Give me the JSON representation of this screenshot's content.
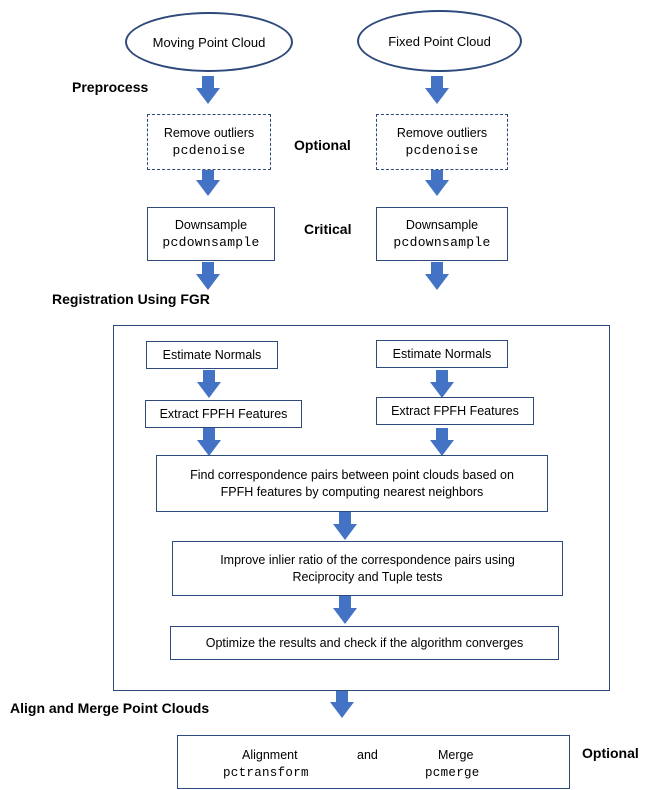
{
  "inputs": {
    "moving": "Moving Point Cloud",
    "fixed": "Fixed Point Cloud"
  },
  "stages": {
    "preprocess": "Preprocess",
    "optional_1": "Optional",
    "critical": "Critical",
    "registration": "Registration Using FGR",
    "align_merge": "Align and Merge Point Clouds",
    "optional_2": "Optional"
  },
  "preprocess": {
    "remove_outliers": "Remove outliers",
    "pcdenoise": "pcdenoise",
    "downsample": "Downsample",
    "pcdownsample": "pcdownsample"
  },
  "fgr": {
    "estimate_normals": "Estimate Normals",
    "extract_fpfh": "Extract FPFH Features",
    "find_pairs_l1": "Find correspondence pairs between point clouds based on",
    "find_pairs_l2": "FPFH features by computing nearest neighbors",
    "improve_l1": "Improve inlier ratio of the correspondence pairs using",
    "improve_l2": "Reciprocity and Tuple tests",
    "optimize": "Optimize the results and check if the algorithm converges"
  },
  "final": {
    "alignment": "Alignment",
    "and": "and",
    "merge": "Merge",
    "pctransform": "pctransform",
    "pcmerge": "pcmerge"
  },
  "colors": {
    "arrow": "#4472c4",
    "border": "#2e4a7a"
  }
}
